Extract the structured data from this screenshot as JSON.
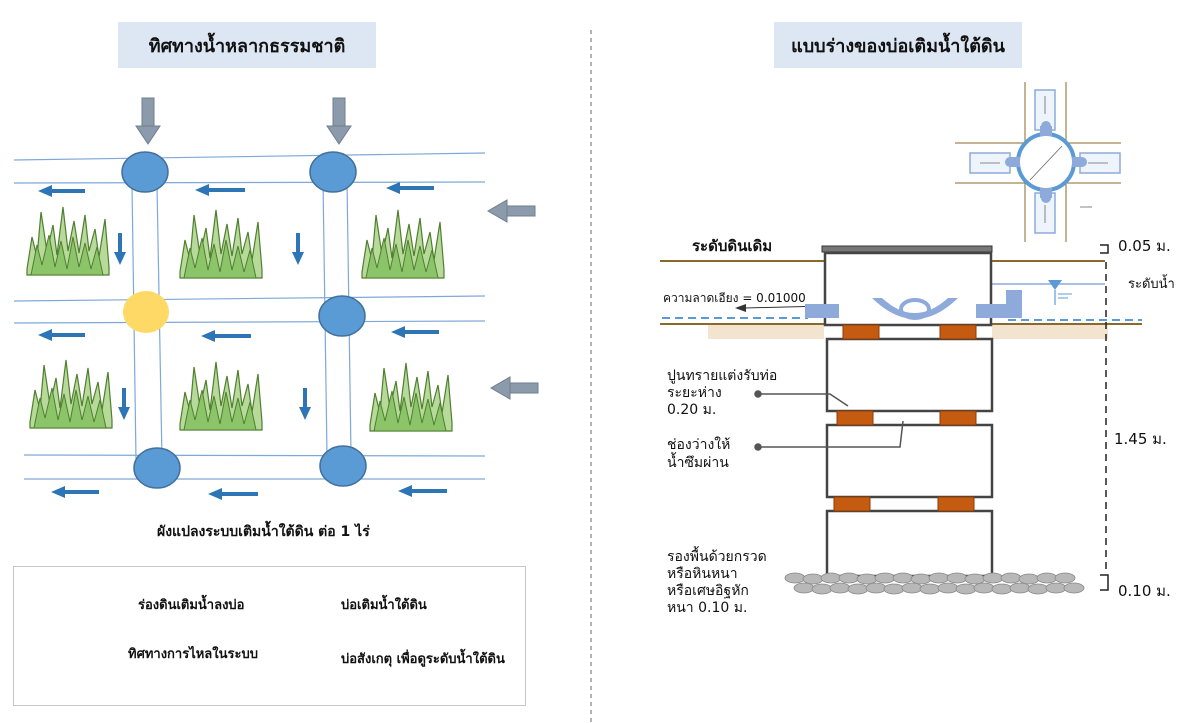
{
  "left_panel": {
    "title": "ทิศทางน้ำหลากธรรมชาติ",
    "plan_caption": "ผังแปลงระบบเติมน้ำใต้ดิน ต่อ 1 ไร่",
    "legend": {
      "channel_label": "ร่องดินเติมน้ำลงบ่อ",
      "flow_label": "ทิศทางการไหลในระบบ",
      "well_label": "บ่อเติมน้ำใต้ดิน",
      "observation_label": "บ่อสังเกตุ เพื่อดูระดับน้ำใต้ดิน"
    },
    "colors": {
      "well": "#5b9bd5",
      "observation_well": "#ffd966",
      "channel": "#7fa8d8",
      "flow_arrow": "#2e75b6",
      "inflow_arrow": "#8c9bab",
      "grass_light": "#b7d99a",
      "grass_dark": "#7fb85a"
    }
  },
  "right_panel": {
    "title": "แบบร่างของบ่อเติมน้ำใต้ดิน",
    "labels": {
      "original_ground": "ระดับดินเดิม",
      "slope": "ความลาดเอียง = 0.01000",
      "water_level": "ระดับน้ำ",
      "mortar_1": "ปูนทรายแต่งรับท่อ",
      "mortar_2": "ระยะห่าง",
      "mortar_3": "0.20 ม.",
      "gap_1": "ช่องว่างให้",
      "gap_2": "น้ำซึมผ่าน",
      "base_1": "รองพื้นด้วยกรวด",
      "base_2": "หรือหินหนา",
      "base_3": "หรือเศษอิฐหัก",
      "base_4": "หนา 0.10 ม."
    },
    "dimensions": {
      "top": "0.05 ม.",
      "middle": "1.45 ม.",
      "bottom": "0.10 ม."
    },
    "colors": {
      "spacer": "#c55a11",
      "ground_line": "#8a6a2a",
      "soil": "#f2e4cf",
      "gravel": "#b8b8b8",
      "pipe": "#8eaadb"
    }
  }
}
